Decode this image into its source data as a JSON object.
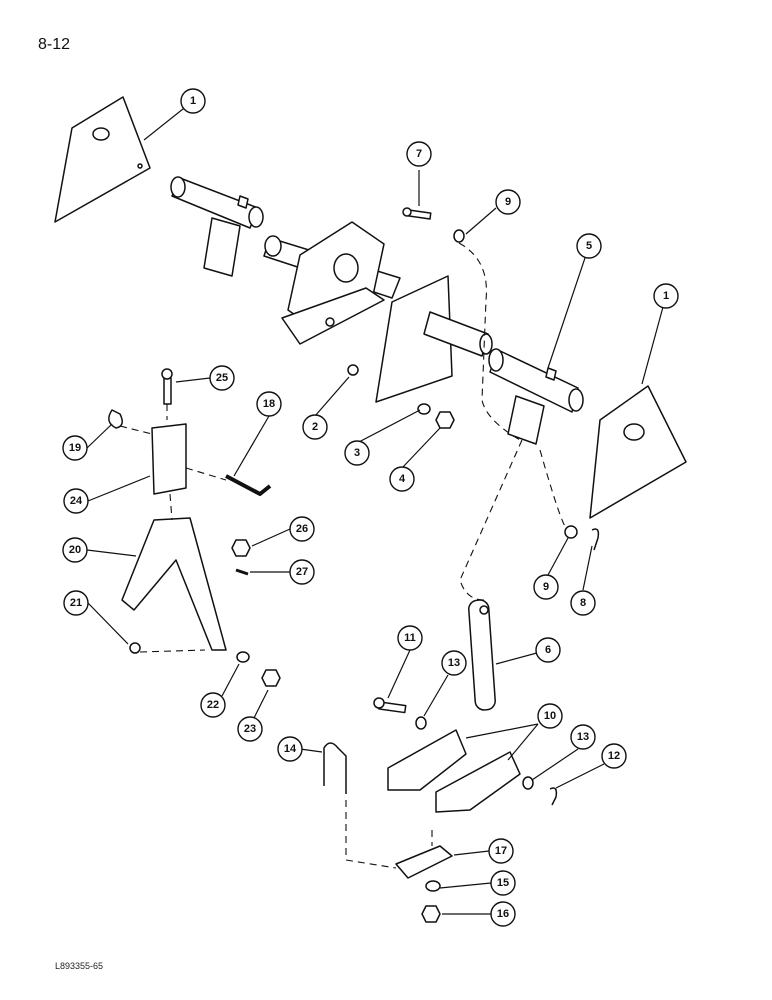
{
  "page": {
    "number": "8-12",
    "figure_code": "L893355-65"
  },
  "callouts": [
    {
      "id": "c1a",
      "label": "1"
    },
    {
      "id": "c1b",
      "label": "1"
    },
    {
      "id": "c2",
      "label": "2"
    },
    {
      "id": "c3",
      "label": "3"
    },
    {
      "id": "c4",
      "label": "4"
    },
    {
      "id": "c5",
      "label": "5"
    },
    {
      "id": "c6",
      "label": "6"
    },
    {
      "id": "c7",
      "label": "7"
    },
    {
      "id": "c8",
      "label": "8"
    },
    {
      "id": "c9a",
      "label": "9"
    },
    {
      "id": "c9b",
      "label": "9"
    },
    {
      "id": "c10",
      "label": "10"
    },
    {
      "id": "c11",
      "label": "11"
    },
    {
      "id": "c12",
      "label": "12"
    },
    {
      "id": "c13a",
      "label": "13"
    },
    {
      "id": "c13b",
      "label": "13"
    },
    {
      "id": "c14",
      "label": "14"
    },
    {
      "id": "c15",
      "label": "15"
    },
    {
      "id": "c16",
      "label": "16"
    },
    {
      "id": "c17",
      "label": "17"
    },
    {
      "id": "c18",
      "label": "18"
    },
    {
      "id": "c19",
      "label": "19"
    },
    {
      "id": "c20",
      "label": "20"
    },
    {
      "id": "c21",
      "label": "21"
    },
    {
      "id": "c22",
      "label": "22"
    },
    {
      "id": "c23",
      "label": "23"
    },
    {
      "id": "c24",
      "label": "24"
    },
    {
      "id": "c25",
      "label": "25"
    },
    {
      "id": "c26",
      "label": "26"
    },
    {
      "id": "c27",
      "label": "27"
    }
  ]
}
